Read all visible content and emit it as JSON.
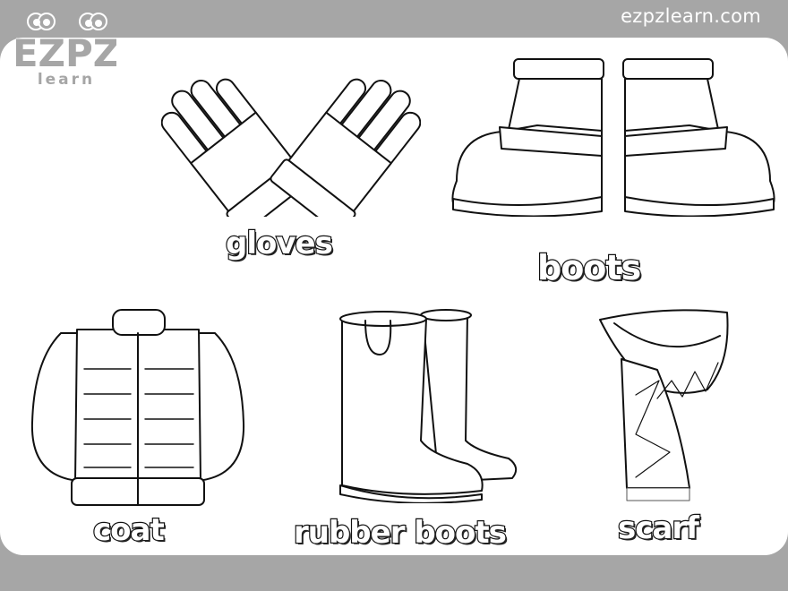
{
  "header": {
    "site_url": "ezpzlearn.com",
    "logo_text_top": "EZPZ",
    "logo_text_bottom": "learn"
  },
  "colors": {
    "band": "#a6a6a6",
    "card": "#ffffff",
    "outline": "#111111"
  },
  "items": [
    {
      "label": "gloves",
      "icon": "gloves-icon"
    },
    {
      "label": "boots",
      "icon": "boots-icon"
    },
    {
      "label": "coat",
      "icon": "coat-icon"
    },
    {
      "label": "rubber boots",
      "icon": "rubber-boots-icon"
    },
    {
      "label": "scarf",
      "icon": "scarf-icon"
    }
  ]
}
